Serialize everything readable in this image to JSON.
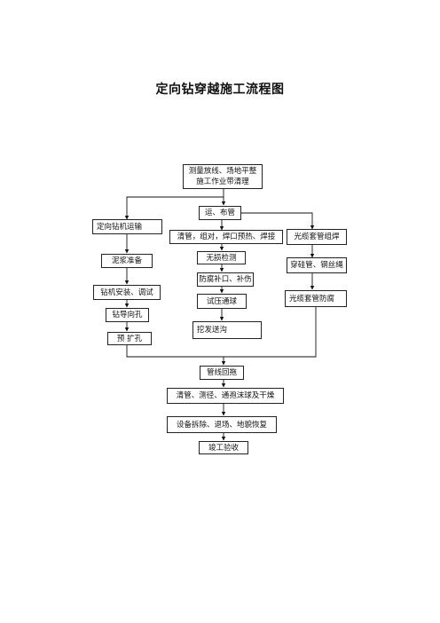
{
  "title": "定向钻穿越施工流程图",
  "nodes": {
    "survey": {
      "line1": "测量放线、场地平整",
      "line2": "施工作业带清理"
    },
    "transport_pipe": "运、布管",
    "drill_transport": "定向钻机运输",
    "pipe_work": "清管，组对，焊口预热、焊接",
    "cable_sleeve_weld": "光缆套管组焊",
    "mud_prep": "泥浆准备",
    "ndt": "无损检测",
    "silicon_pipe": "穿硅管、钢丝绳",
    "anticorrosion_patch": "防腐补口、补伤",
    "drill_install": "钻机安装、调试",
    "pressure_test": "试压通球",
    "cable_sleeve_anticorrosion": "光缆套管防腐",
    "pilot_hole": "钻导向孔",
    "dig_trench": "挖发送沟",
    "pre_ream": "预 扩孔",
    "pullback": "管线回拖",
    "clean_test": "清管、测径、通孢沫球及干燥",
    "demob": "设备拆除、退场、地貌恢复",
    "acceptance": "竣工验收"
  }
}
